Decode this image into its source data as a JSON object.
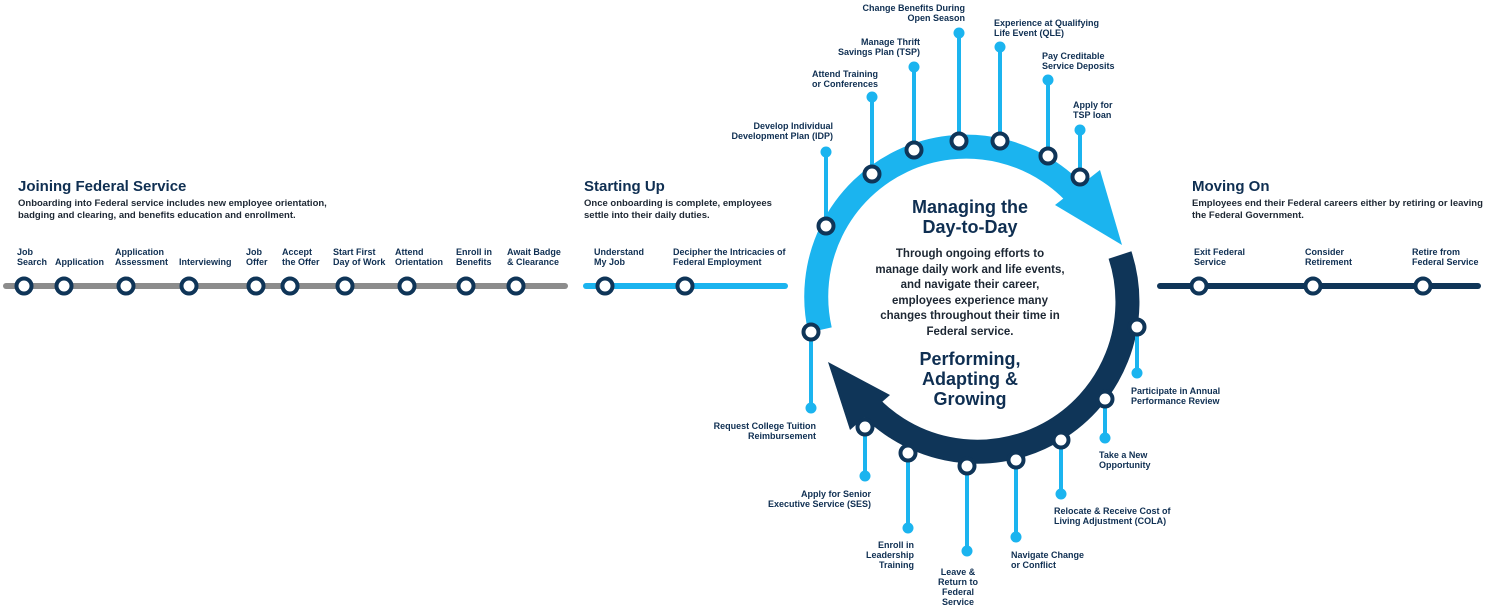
{
  "colors": {
    "gray": "#8c8c8c",
    "light_blue": "#1bb4ef",
    "navy": "#0f3558",
    "node_fill": "#ffffff"
  },
  "joining": {
    "title": "Joining Federal Service",
    "desc_lines": [
      "Onboarding into Federal service includes new employee orientation,",
      "badging and clearing, and benefits education and enrollment."
    ],
    "steps": [
      "Job\nSearch",
      "Application",
      "Application\nAssessment",
      "Interviewing",
      "Job\nOffer",
      "Accept\nthe Offer",
      "Start First\nDay of Work",
      "Attend\nOrientation",
      "Enroll in\nBenefits",
      "Await Badge\n& Clearance"
    ]
  },
  "starting": {
    "title": "Starting Up",
    "desc_lines": [
      "Once onboarding is complete, employees",
      "settle into their daily duties."
    ],
    "steps": [
      "Understand\nMy Job",
      "Decipher the Intricacies of\nFederal Employment"
    ]
  },
  "moving": {
    "title": "Moving On",
    "desc_lines": [
      "Employees end their Federal careers either by retiring or leaving",
      "the Federal Government."
    ],
    "steps": [
      "Exit Federal\nService",
      "Consider\nRetirement",
      "Retire from\nFederal Service"
    ]
  },
  "center": {
    "title": "Managing the\nDay-to-Day",
    "desc": "Through ongoing efforts to manage daily work and life events, and navigate their career, employees experience many changes throughout their time in Federal service.",
    "subtitle": "Performing,\nAdapting &\nGrowing"
  },
  "cycle_events": [
    "Develop Individual\nDevelopment Plan (IDP)",
    "Attend Training\nor Conferences",
    "Manage Thrift\nSavings Plan (TSP)",
    "Change Benefits During\nOpen Season",
    "Experience at Qualifying\nLife Event (QLE)",
    "Pay Creditable\nService Deposits",
    "Apply for\nTSP loan",
    "Participate in Annual\nPerformance Review",
    "Take a New\nOpportunity",
    "Relocate & Receive Cost of\nLiving Adjustment (COLA)",
    "Navigate Change\nor Conflict",
    "Leave &\nReturn to\nFederal\nService",
    "Enroll in\nLeadership\nTraining",
    "Apply for Senior\nExecutive Service (SES)",
    "Request College Tuition\nReimbursement"
  ]
}
